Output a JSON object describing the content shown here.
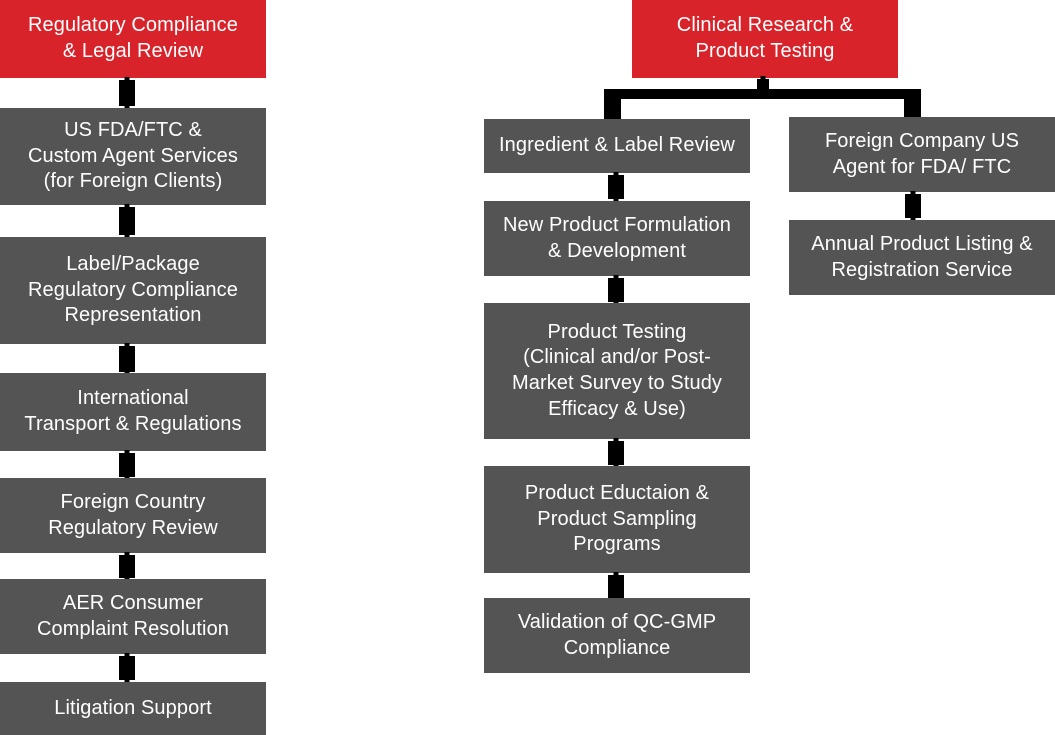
{
  "diagram": {
    "title_hidden": "",
    "colors": {
      "header": "#d8232a",
      "node": "#545454",
      "connector": "#000000",
      "background": "#ffffff",
      "text": "#ffffff"
    }
  },
  "columns": {
    "left": {
      "header": {
        "label": "Regulatory Compliance & Legal Review",
        "line1": "Regulatory Compliance",
        "line2": "& Legal Review"
      },
      "nodes": [
        {
          "label": "US FDA/FTC & Custom Agent Services (for Foreign Clients)",
          "line1": "US FDA/FTC &",
          "line2": "Custom Agent Services",
          "line3": "(for Foreign Clients)"
        },
        {
          "label": "Label/Package Regulatory Compliance Representation",
          "line1": "Label/Package",
          "line2": "Regulatory Compliance",
          "line3": "Representation"
        },
        {
          "label": "International Transport & Regulations",
          "line1": "International",
          "line2": "Transport & Regulations"
        },
        {
          "label": "Foreign Country Regulatory Review",
          "line1": "Foreign Country",
          "line2": "Regulatory Review"
        },
        {
          "label": "AER Consumer Complaint Resolution",
          "line1": "AER Consumer",
          "line2": "Complaint Resolution"
        },
        {
          "label": "Litigation Support",
          "line1": "Litigation Support",
          "line2": ""
        }
      ]
    },
    "center": {
      "header": {
        "label": "Clinical Research & Product Testing",
        "line1": "Clinical Research &",
        "line2": "Product Testing"
      },
      "nodes": [
        {
          "label": "Ingredient & Label Review",
          "line1": "Ingredient & Label Review",
          "line2": ""
        },
        {
          "label": "New Product Formulation & Development",
          "line1": "New Product Formulation",
          "line2": "& Development"
        },
        {
          "label": "Product Testing (Clinical and/or Post-Market Survey to Study Efficacy & Use)",
          "line1": "Product Testing",
          "line2": "(Clinical and/or Post-",
          "line3": "Market Survey to Study",
          "line4": "Efficacy & Use)"
        },
        {
          "label": "Product Eductaion & Product Sampling Programs",
          "line1": "Product Eductaion &",
          "line2": "Product Sampling",
          "line3": "Programs"
        },
        {
          "label": "Validation of QC-GMP Compliance",
          "line1": "Validation of QC-GMP",
          "line2": "Compliance"
        }
      ]
    },
    "right": {
      "nodes": [
        {
          "label": "Foreign Company US Agent for FDA/ FTC",
          "line1": "Foreign Company US",
          "line2": "Agent for FDA/ FTC"
        },
        {
          "label": "Annual Product Listing & Registration Service",
          "line1": "Annual Product Listing &",
          "line2": "Registration Service"
        }
      ]
    }
  }
}
